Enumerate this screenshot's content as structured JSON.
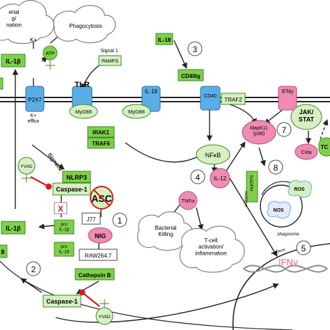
{
  "colors": {
    "green": "#7ed04a",
    "green_light": "#d6f0c2",
    "green_border": "#3a8a20",
    "blue": "#5aaee6",
    "pink": "#f08cb4",
    "red": "#d7191c",
    "cloud_border": "#7f7f7f"
  },
  "clouds": {
    "top_left": "erial\ng/\nnation",
    "phagocytosis": "Phagocytosis",
    "bacterial_killing": "Bacterial\nKilling",
    "t_cell": "T-cell\nactivation/\ninflammation"
  },
  "labels": {
    "atp": "ATP",
    "k_plus": "K+",
    "k_efflux": "K+\nefflux",
    "p2x7": "P2X7",
    "tlr": "TLR",
    "il18_receptor": "IL-18",
    "cd40": "CD40",
    "ifng_receptor": "IFNγ",
    "signal1": "Signal 1",
    "pamps": "PAMPS",
    "signal2": "Signal 2",
    "il18_ligand": "IL-18",
    "cd40lg": "CD40lg",
    "traf2": "TRAF2",
    "myd88_a": "MyD88",
    "myd88_b": "MyD88",
    "irak1": "IRAK1",
    "traf6": "TRAF6",
    "nfkb": "NFκB",
    "jak_stat": "JAK/\nSTAT",
    "mapk": "MapK11\n(p38)",
    "ciita": "Ciita",
    "tc": "TC",
    "nadph": "NADPH\noxidase",
    "ros": "ROS",
    "nos": "NOS",
    "phagosome": "phagosome",
    "il1b_top": "IL-1β",
    "il1b_mid": "IL-1β",
    "il18_left": "8",
    "yvad_top": "YVAD",
    "yvad_bottom": "YVAD",
    "nlrp3": "NLRP3",
    "caspase1_top": "Caspase-1",
    "asc": "ASC",
    "x_mark": "X",
    "j77": "J77",
    "pro_il1b": "pro\nIL-1β",
    "pro_il18": "pro\nIL-18",
    "nig": "NIG",
    "raw": "RAW264.7",
    "cathepsin": "Cathepsin B",
    "caspase1_bottom": "Caspase-1",
    "il12": "IL-12",
    "tnfa": "TNFα",
    "nucleus": "nucleus",
    "ifng_gene": "IFNγ",
    "n1": "1",
    "n2": "2",
    "n3": "3",
    "n4": "4",
    "n5": "5",
    "n7": "7",
    "n8": "8"
  }
}
